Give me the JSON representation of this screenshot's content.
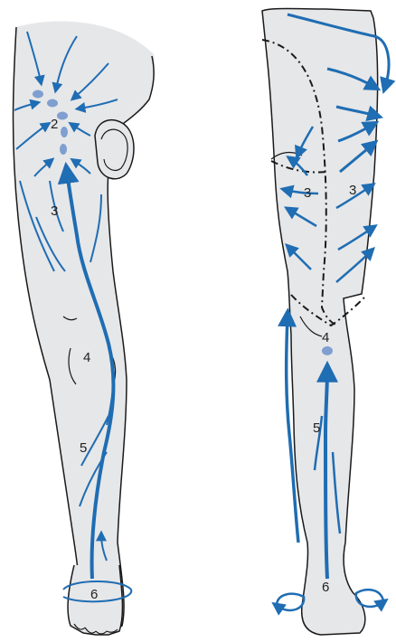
{
  "colors": {
    "lymph_blue": "#1f6db3",
    "node_blue": "#7f9fd0",
    "skin_fill": "#e6e7e9",
    "outline": "#1a1a1a",
    "background": "#ffffff"
  },
  "front_view": {
    "labels": {
      "groin_nodes": "2",
      "thigh": "3",
      "knee": "4",
      "lower_leg": "5",
      "foot": "6"
    }
  },
  "back_view": {
    "labels": {
      "thigh_left": "3",
      "thigh_right": "3",
      "popliteal": "4",
      "calf": "5",
      "foot": "6"
    }
  }
}
